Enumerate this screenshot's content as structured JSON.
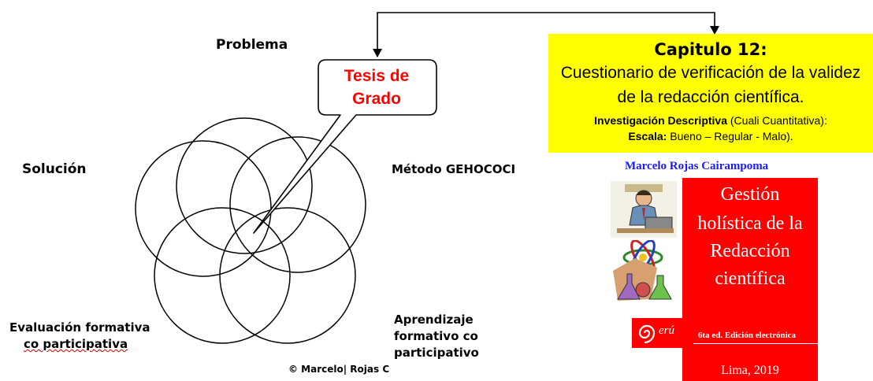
{
  "diagram": {
    "problem_label": "Problema",
    "solution_label": "Solución",
    "method_label": "Método GEHOCOCI",
    "evaluation_label_1": "Evaluación formativa",
    "evaluation_label_2": "co participativa",
    "learning_label_1": "Aprendizaje",
    "learning_label_2": "formativo co",
    "learning_label_3": "participativo",
    "callout_line_1": "Tesis de",
    "callout_line_2": "Grado",
    "copyright": "© Marcelo| Rojas C"
  },
  "chapter_box": {
    "title": "Capitulo 12:",
    "line_1": "Cuestionario de verificación de la validez",
    "line_2": "de la redacción científica.",
    "research_bold": "Investigación Descriptiva",
    "research_rest": " (Cuali Cuantitativa):",
    "scale_bold": "Escala:",
    "scale_rest": " Bueno – Regular - Malo).",
    "background_color": "#ffff00"
  },
  "book": {
    "author": "Marcelo Rojas Cairampoma",
    "title_line_1": "Gestión",
    "title_line_2": "holística de la",
    "title_line_3": "Redacción",
    "title_line_4": "científica",
    "edition": "6ta ed. Edición electrónica",
    "place_year": "Lima, 2019",
    "logo_text": "erú",
    "cover_color": "#ff0000",
    "icons": [
      "businessman-laptop-icon",
      "atom-icon",
      "lab-flasks-icon",
      "peru-brand-logo"
    ]
  },
  "colors": {
    "callout_text": "#ff0000",
    "author_text": "#1a1aff",
    "underline": "#d00000"
  }
}
